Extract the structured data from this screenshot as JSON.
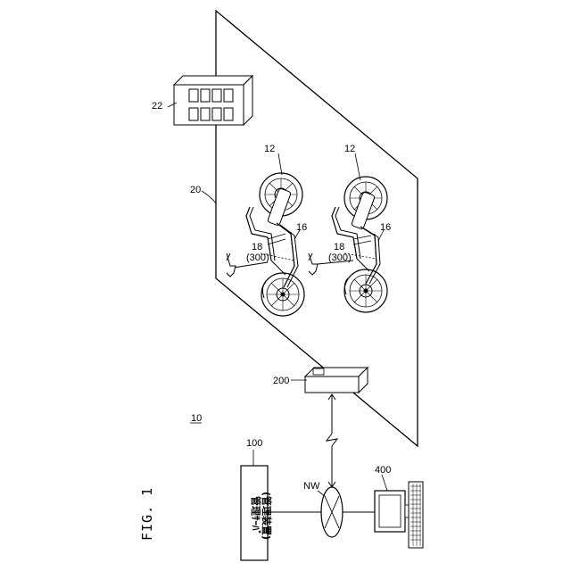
{
  "figure": {
    "title": "FIG. 1",
    "system_ref": "10"
  },
  "labels": {
    "management_server_ref": "100",
    "management_server_text_line1": "管理ｻｰﾊﾞ",
    "management_server_text_line2": "(管理装置)",
    "network_ref": "NW",
    "unit_200_ref": "200",
    "terminal_400_ref": "400",
    "area_ref": "20",
    "cabinet_ref": "22",
    "vehicle_top_ref_12": "12",
    "vehicle_top_ref_16": "16",
    "vehicle_top_ref_18": "18",
    "vehicle_top_ref_300": "(300)",
    "vehicle_bottom_ref_12": "12",
    "vehicle_bottom_ref_16": "16",
    "vehicle_bottom_ref_18": "18",
    "vehicle_bottom_ref_300": "(300)"
  }
}
